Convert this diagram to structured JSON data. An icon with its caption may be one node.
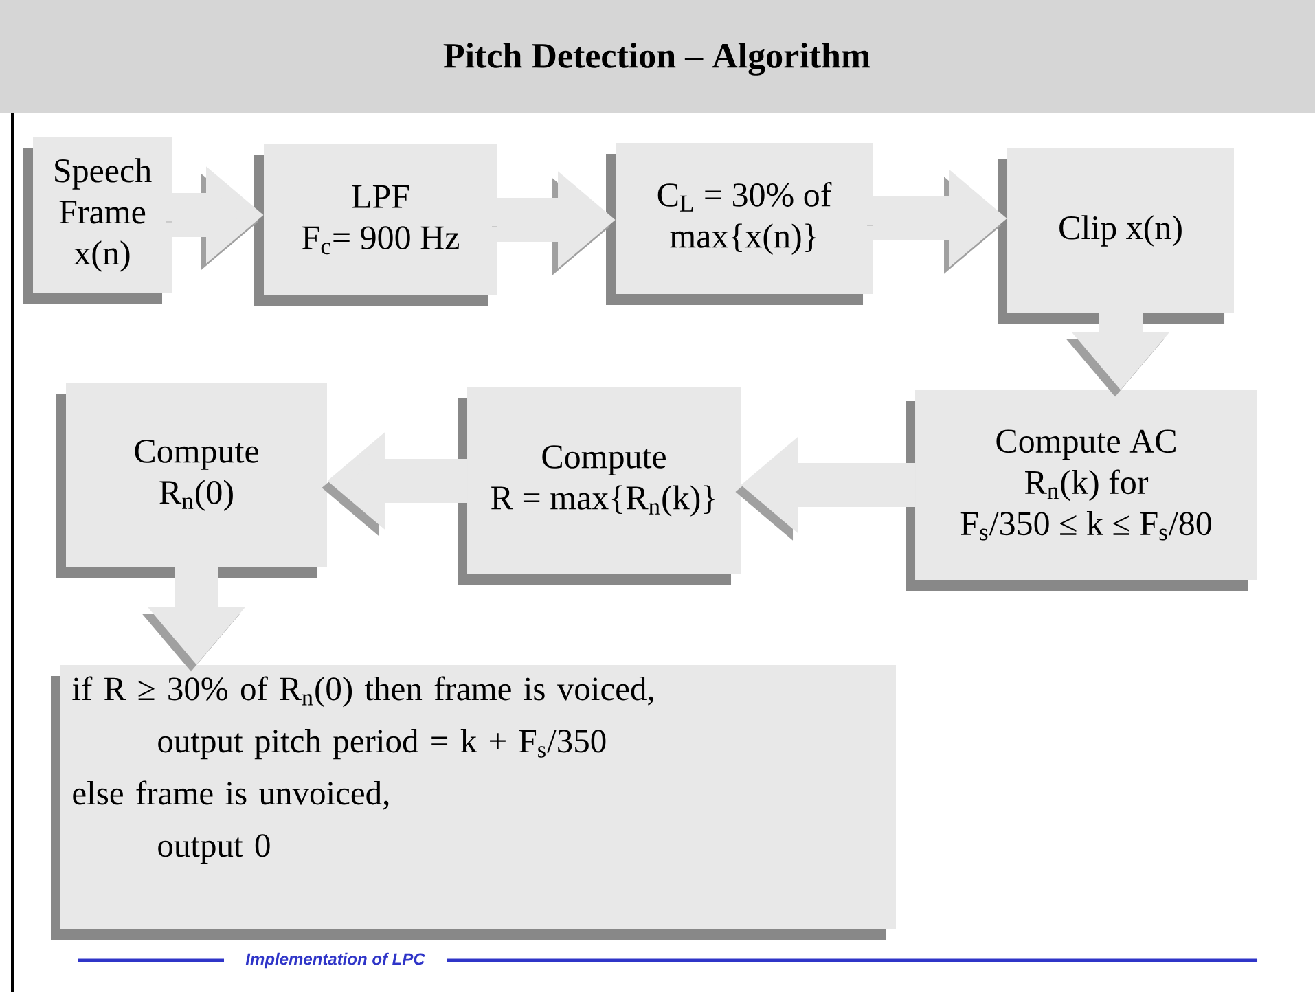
{
  "diagram": {
    "title": "Pitch Detection – Algorithm",
    "nodes": [
      {
        "text": [
          "Speech",
          "Frame",
          "x(n)"
        ]
      },
      {
        "text": [
          "LPF",
          "F$_{c}$= 900 Hz"
        ]
      },
      {
        "text": [
          "C$_{L}$ = 30% of",
          "max{x(n)}"
        ]
      },
      {
        "text": [
          "Clip x(n)"
        ]
      },
      {
        "text": [
          "Compute AC",
          "R$_{n}$(k) for",
          "F$_{s}$/350 ≤ k ≤ F$_{s}$/80"
        ]
      },
      {
        "text": [
          "Compute",
          "R = max{R$_{n}$(k)}"
        ]
      },
      {
        "text": [
          "Compute",
          "R$_{n}$(0)"
        ]
      },
      {
        "text": [
          "if R ≥ 30% of R$_{n}$(0) then frame is voiced,",
          "output pitch period = k + F$_{s}$/350",
          "else frame is unvoiced,",
          "output 0"
        ]
      }
    ],
    "edges": [
      {
        "from": 0,
        "to": 1,
        "arrow": "to"
      },
      {
        "from": 1,
        "to": 2,
        "arrow": "to"
      },
      {
        "from": 2,
        "to": 3,
        "arrow": "to"
      },
      {
        "from": 3,
        "to": 4,
        "arrow": "to"
      },
      {
        "from": 4,
        "to": 5,
        "arrow": "to"
      },
      {
        "from": 5,
        "to": 6,
        "arrow": "to"
      },
      {
        "from": 6,
        "to": 7,
        "arrow": "to"
      }
    ],
    "labels": [
      "Implementation of LPC"
    ]
  }
}
